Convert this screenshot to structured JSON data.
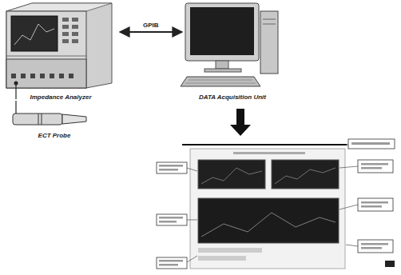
{
  "diagram": {
    "nodes": [
      {
        "text": [
          "Impedance Analyzer"
        ]
      },
      {
        "text": [
          "DATA Acquisition Unit"
        ]
      },
      {
        "text": [
          "ECT Probe"
        ]
      }
    ],
    "edges": [
      {
        "from": 0,
        "to": 1,
        "arrow": "both",
        "label": "GPIB"
      },
      {
        "from": 0,
        "to": 2,
        "arrow": "none"
      }
    ]
  }
}
